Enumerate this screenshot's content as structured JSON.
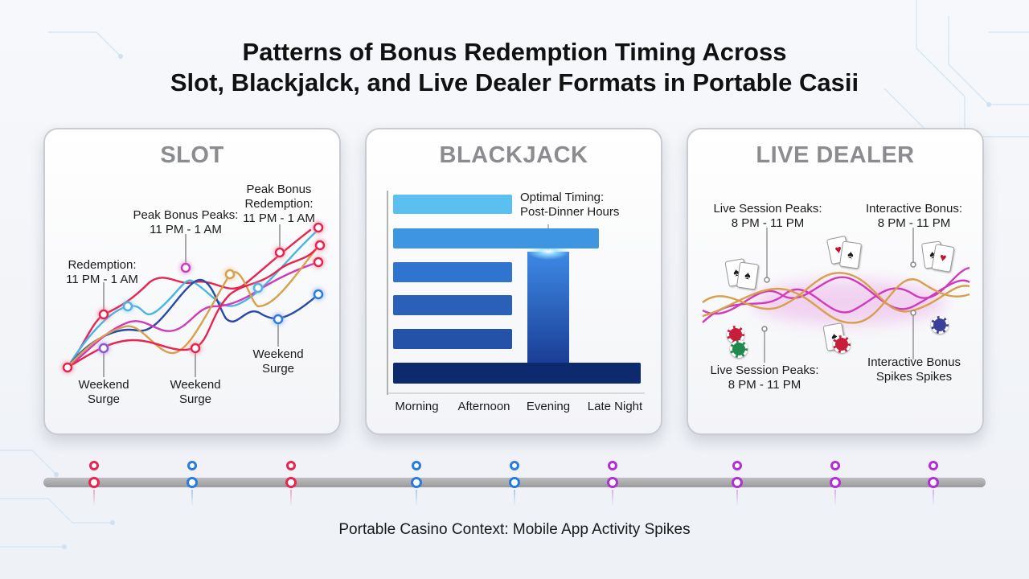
{
  "title": {
    "line1": "Patterns of Bonus Redemption Timing Across",
    "line2": "Slot, Blackjalck, and Live Dealer Formats in Portable Casii"
  },
  "panels": {
    "slot": {
      "title": "SLOT",
      "labels": {
        "redemption": "Redemption:\n11 PM - 1 AM",
        "peak_bonus_peaks": "Peak Bonus Peaks:\n11 PM - 1 AM",
        "peak_bonus_redemption": "Peak Bonus\nRedemption:\n11 PM - 1 AM",
        "weekend_surge_1": "Weekend\nSurge",
        "weekend_surge_2": "Weekend\nSurge",
        "weekend_surge_3": "Weekend\nSurge"
      },
      "series_colors": [
        "#e8244f",
        "#49b5e6",
        "#2849a8",
        "#d13bbb",
        "#d7a04a",
        "#e8244f"
      ]
    },
    "blackjack": {
      "title": "BLACKJACK",
      "annotation": "Optimal Timing:\nPost-Dinner Hours",
      "x_labels": [
        "Morning",
        "Afternoon",
        "Evening",
        "Late Night"
      ],
      "bar_colors": [
        "#5bc0f0",
        "#3e95e2",
        "#2f74cf",
        "#2a60b8",
        "#2452a8",
        "#0d2a6e"
      ]
    },
    "live_dealer": {
      "title": "LIVE DEALER",
      "labels": {
        "top_left": "Live Session Peaks:\n8 PM - 11 PM",
        "top_right": "Interactive Bonus:\n8 PM - 11 PM",
        "bottom_left": "Live Session Peaks:\n8 PM - 11 PM",
        "bottom_right": "Interactive Bonus\nSpikes Spikes"
      },
      "wave_colors": [
        "#d13bbb",
        "#d7a04a"
      ]
    }
  },
  "timeline": {
    "dot_colors": [
      "#e8244f",
      "#2a7be0",
      "#e8244f",
      "#2a7be0",
      "#2a7be0",
      "#b12fd6",
      "#b12fd6",
      "#b12fd6",
      "#b12fd6"
    ]
  },
  "caption": "Portable Casino Context: Mobile App Activity Spikes"
}
